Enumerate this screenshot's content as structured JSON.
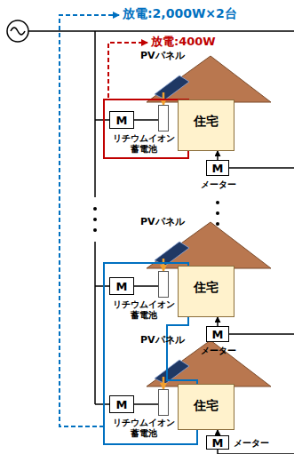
{
  "diagram": {
    "nodes": [
      {
        "text": [
          "M"
        ]
      },
      {
        "text": [
          "リチウムイオン 蓄電池"
        ]
      },
      {
        "text": [
          "住宅"
        ]
      },
      {
        "text": [
          "M",
          "メーター"
        ]
      },
      {
        "text": [
          "M"
        ]
      },
      {
        "text": [
          "リチウムイオン 蓄電池"
        ]
      },
      {
        "text": [
          "住宅"
        ]
      },
      {
        "text": [
          "M",
          "メーター"
        ]
      },
      {
        "text": [
          "M"
        ]
      },
      {
        "text": [
          "リチウムイオン 蓄電池"
        ]
      },
      {
        "text": [
          "住宅"
        ]
      },
      {
        "text": [
          "M",
          "メーター"
        ]
      }
    ],
    "edges": [
      {
        "from": 0,
        "to": 1,
        "arrow": "none"
      },
      {
        "from": 3,
        "to": 2,
        "arrow": "to"
      },
      {
        "from": 4,
        "to": 5,
        "arrow": "none"
      },
      {
        "from": 7,
        "to": 6,
        "arrow": "to"
      },
      {
        "from": 8,
        "to": 9,
        "arrow": "none"
      },
      {
        "from": 11,
        "to": 10,
        "arrow": "to"
      }
    ],
    "labels": [
      "放電:2,000W×2台",
      "放電:400W",
      "PVパネル",
      "PVパネル",
      "PVパネル"
    ]
  }
}
